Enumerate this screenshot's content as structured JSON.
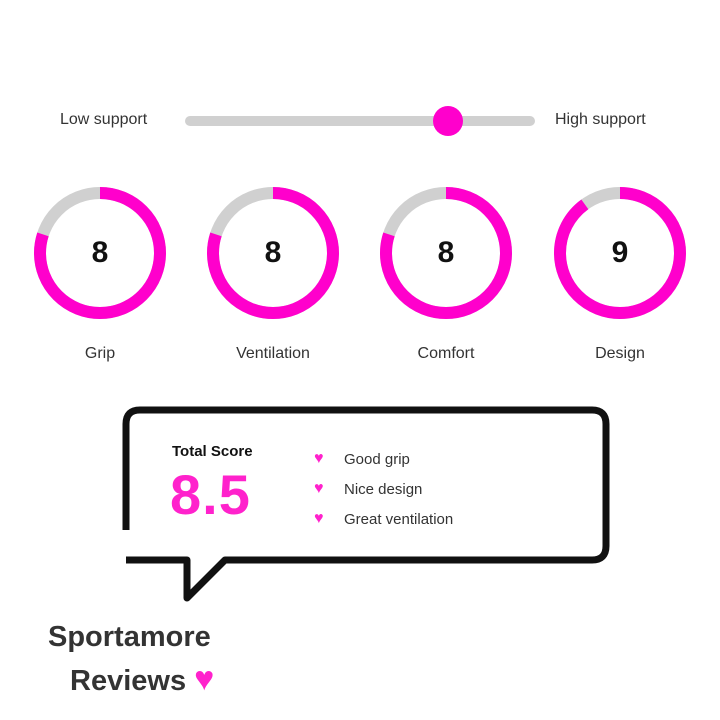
{
  "support_slider": {
    "low_label": "Low support",
    "high_label": "High support",
    "value": 0.75
  },
  "ratings": [
    {
      "label": "Grip",
      "score": "8",
      "fraction": 0.8
    },
    {
      "label": "Ventilation",
      "score": "8",
      "fraction": 0.8
    },
    {
      "label": "Comfort",
      "score": "8",
      "fraction": 0.8
    },
    {
      "label": "Design",
      "score": "9",
      "fraction": 0.9
    }
  ],
  "summary": {
    "total_label": "Total Score",
    "total_value": "8.5",
    "pros": [
      "Good grip",
      "Nice design",
      "Great ventilation"
    ]
  },
  "brand": {
    "line1": "Sportamore",
    "line2": "Reviews"
  },
  "colors": {
    "accent": "#ff00cc",
    "track": "#d0d0d0"
  }
}
